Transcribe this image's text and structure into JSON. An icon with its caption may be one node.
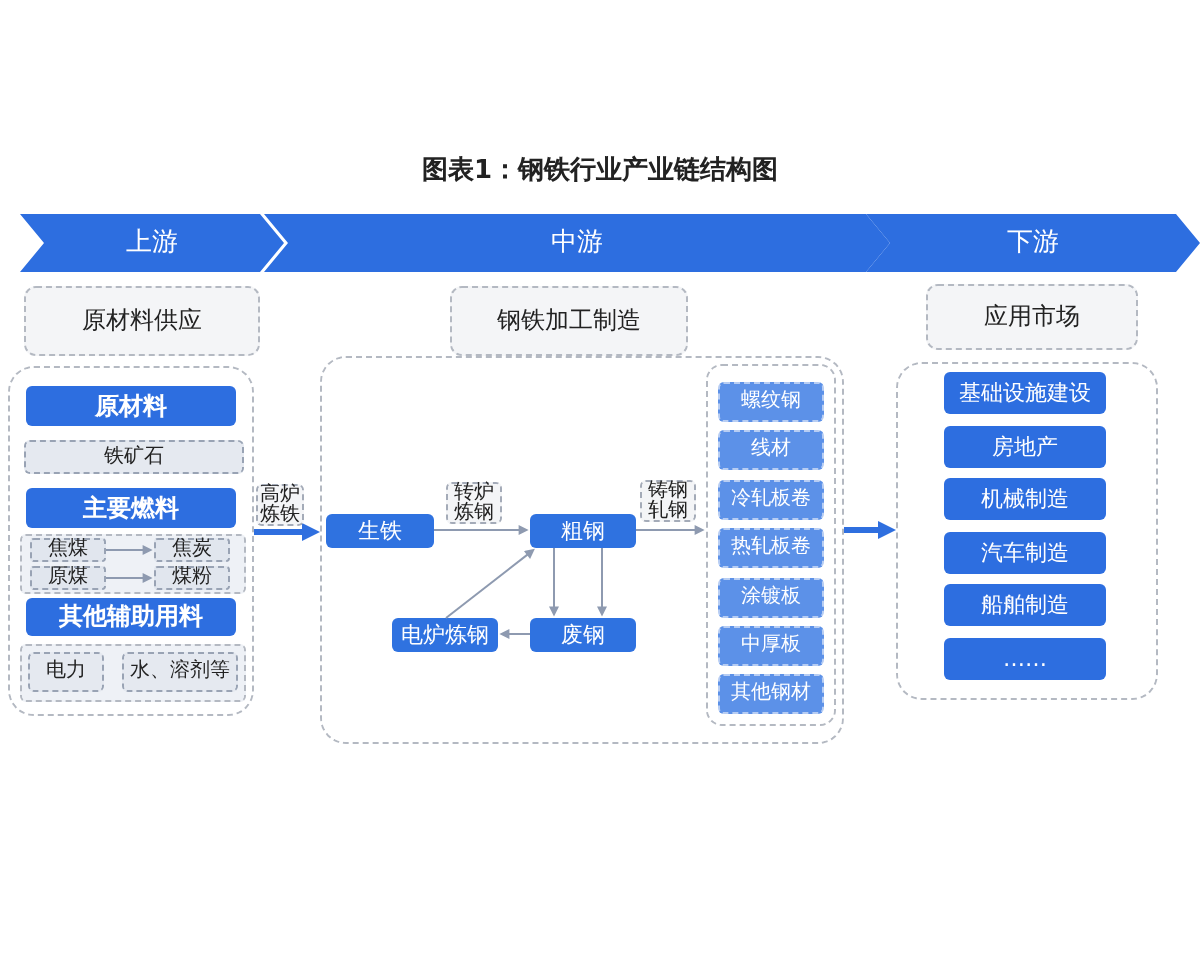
{
  "diagram": {
    "title": "图表1：钢铁行业产业链结构图",
    "nodes": [
      {
        "text": [
          "上游"
        ]
      },
      {
        "text": [
          "中游"
        ]
      },
      {
        "text": [
          "下游"
        ]
      },
      {
        "text": [
          "原材料供应"
        ]
      },
      {
        "text": [
          "钢铁加工制造"
        ]
      },
      {
        "text": [
          "应用市场"
        ]
      },
      {
        "text": [],
        "shape": "box"
      },
      {
        "text": [
          "原材料"
        ],
        "in": 6
      },
      {
        "text": [
          "铁矿石"
        ],
        "in": 6
      },
      {
        "text": [
          "主要燃料"
        ],
        "in": 6
      },
      {
        "text": [],
        "shape": "box",
        "in": 6
      },
      {
        "text": [
          "焦煤"
        ],
        "in": 10
      },
      {
        "text": [
          "焦炭"
        ],
        "in": 10
      },
      {
        "text": [
          "原煤"
        ],
        "in": 10
      },
      {
        "text": [
          "煤粉"
        ],
        "in": 10
      },
      {
        "text": [
          "其他辅助用料"
        ],
        "in": 6
      },
      {
        "text": [],
        "shape": "box",
        "in": 6
      },
      {
        "text": [
          "电力"
        ],
        "in": 16
      },
      {
        "text": [
          "水、溶剂等"
        ],
        "in": 16
      },
      {
        "text": [],
        "shape": "box"
      },
      {
        "text": [
          "生铁"
        ],
        "in": 19
      },
      {
        "text": [
          "粗钢"
        ],
        "in": 19
      },
      {
        "text": [
          "电炉炼钢"
        ],
        "in": 19
      },
      {
        "text": [
          "废钢"
        ],
        "in": 19
      },
      {
        "text": [],
        "shape": "box",
        "in": 19
      },
      {
        "text": [
          "螺纹钢"
        ],
        "in": 24
      },
      {
        "text": [
          "线材"
        ],
        "in": 24
      },
      {
        "text": [
          "冷轧板卷"
        ],
        "in": 24
      },
      {
        "text": [
          "热轧板卷"
        ],
        "in": 24
      },
      {
        "text": [
          "涂镀板"
        ],
        "in": 24
      },
      {
        "text": [
          "中厚板"
        ],
        "in": 24
      },
      {
        "text": [
          "其他钢材"
        ],
        "in": 24
      },
      {
        "text": [],
        "shape": "box"
      },
      {
        "text": [
          "基础设施建设"
        ],
        "in": 32
      },
      {
        "text": [
          "房地产"
        ],
        "in": 32
      },
      {
        "text": [
          "机械制造"
        ],
        "in": 32
      },
      {
        "text": [
          "汽车制造"
        ],
        "in": 32
      },
      {
        "text": [
          "船舶制造"
        ],
        "in": 32
      },
      {
        "text": [
          "……"
        ],
        "in": 32
      }
    ],
    "edges": [
      {
        "from": 11,
        "to": 12,
        "arrow": "to"
      },
      {
        "from": 13,
        "to": 14,
        "arrow": "to"
      },
      {
        "from": 6,
        "to": 19,
        "arrow": "to",
        "label": "高炉炼铁",
        "style": "thick",
        "color": "#2f6fdf"
      },
      {
        "from": 20,
        "to": 21,
        "arrow": "to",
        "label": "转炉炼钢"
      },
      {
        "from": 21,
        "to": 23,
        "arrow": "to"
      },
      {
        "from": 21,
        "to": 23,
        "arrow": "to"
      },
      {
        "from": 23,
        "to": 22,
        "arrow": "to"
      },
      {
        "from": 22,
        "to": 21,
        "arrow": "to"
      },
      {
        "from": 21,
        "to": 24,
        "arrow": "to",
        "label": "铸钢轧钢"
      },
      {
        "from": 19,
        "to": 32,
        "arrow": "to",
        "style": "thick",
        "color": "#2f6fdf"
      }
    ]
  }
}
